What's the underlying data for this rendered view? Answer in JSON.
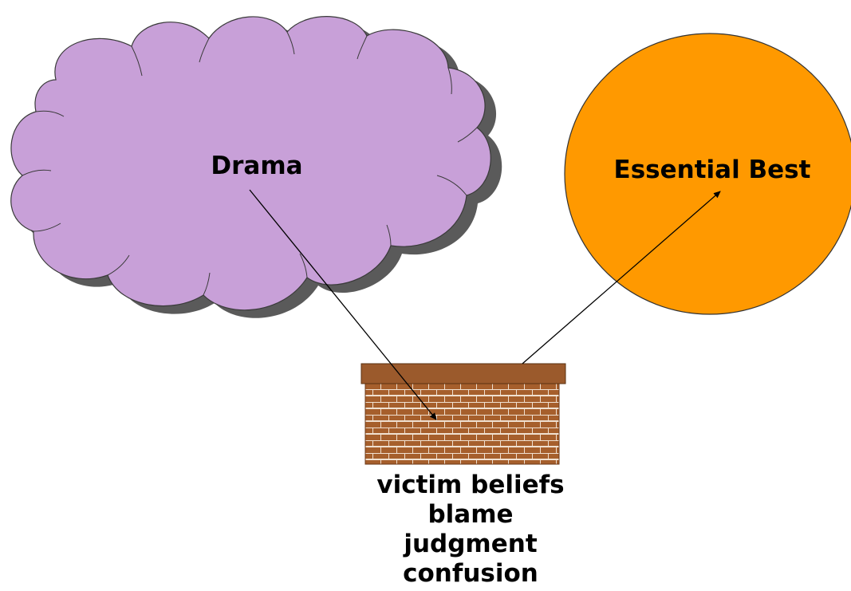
{
  "nodes": {
    "drama": {
      "label": "Drama",
      "fill": "#c8a0d8",
      "stroke": "#3a3a3a",
      "shadow": "#5a5a5a"
    },
    "essential_best": {
      "label": "Essential Best",
      "fill": "#ff9900",
      "stroke": "#333333"
    },
    "wall": {
      "cap_color": "#9b5a2c",
      "brick_color": "#a65f2c",
      "mortar_color": "#f0e0d0",
      "captions": [
        "victim beliefs",
        "blame",
        "judgment",
        "confusion"
      ]
    }
  },
  "edges": [
    {
      "from": "drama",
      "to": "wall"
    },
    {
      "from": "wall",
      "to": "essential_best"
    }
  ]
}
